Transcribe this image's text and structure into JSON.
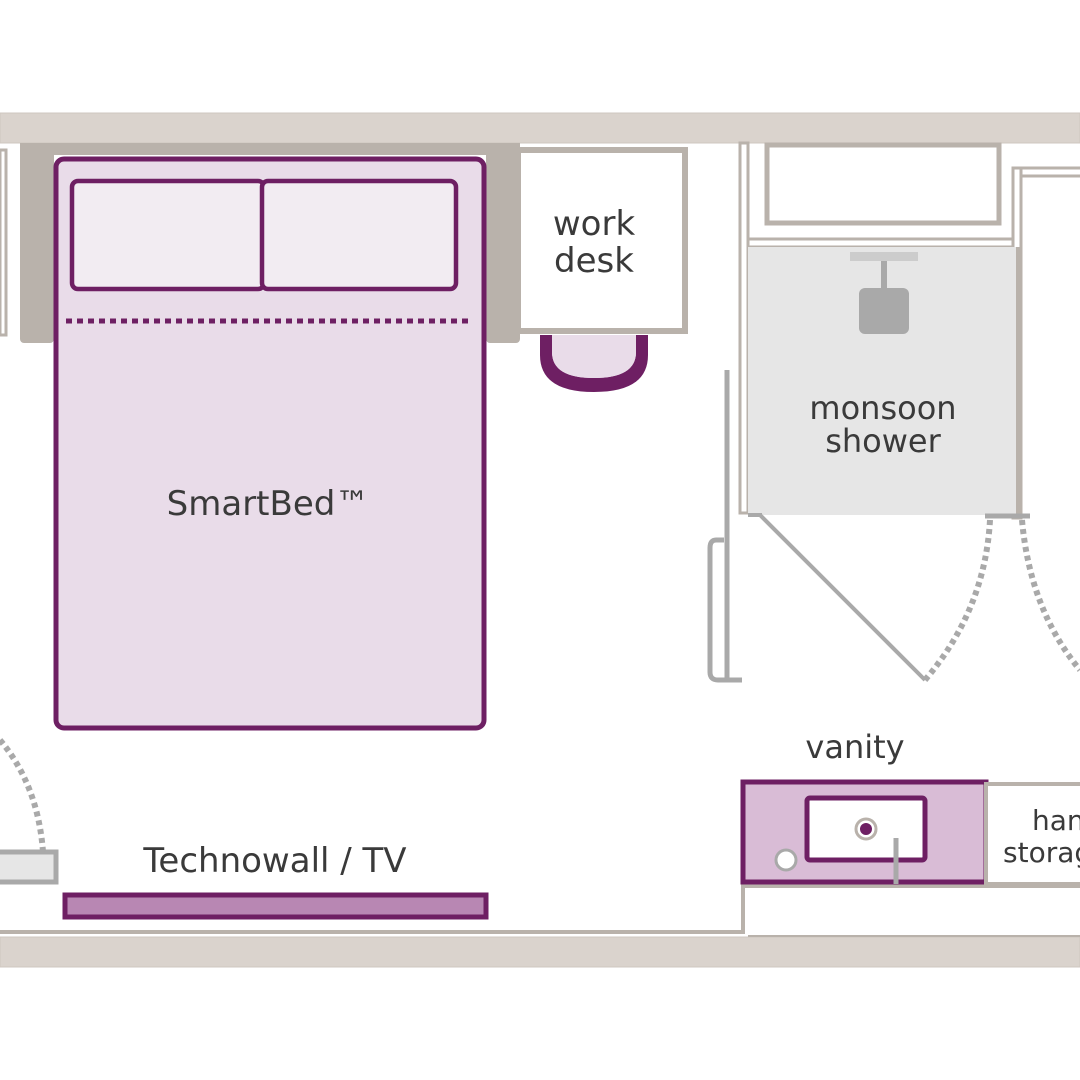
{
  "labels": {
    "work_desk_line1": "work",
    "work_desk_line2": "desk",
    "shower_line1": "monsoon",
    "shower_line2": "shower",
    "bed": "SmartBed™",
    "vanity": "vanity",
    "tv": "Technowall / TV",
    "storage_line1": "han",
    "storage_line2": "storag"
  },
  "colors": {
    "wall": "#dad3cd",
    "wall_outline": "#a8a29c",
    "purple": "#6e1f63",
    "purple_fill": "#e9dce9",
    "purple_mid": "#b887b3",
    "shower_fill": "#e6e6e6",
    "fixture_gray": "#a9a9a9",
    "text": "#3a3a3a"
  }
}
